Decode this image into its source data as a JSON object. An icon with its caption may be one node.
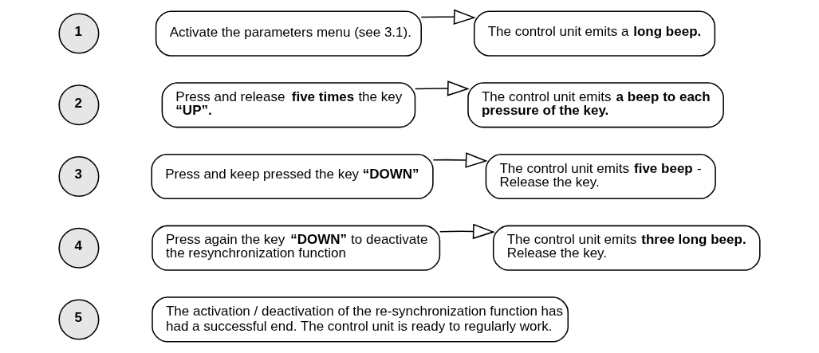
{
  "diagram": {
    "nodes": [
      {
        "text": [
          "1"
        ]
      },
      {
        "text": [
          "Activate the parameters menu (see 3.1)."
        ]
      },
      {
        "text": [
          "The control unit emits a **long beep.**"
        ]
      },
      {
        "text": [
          "2"
        ]
      },
      {
        "text": [
          "Press and release **five times** the key **“UP”.**"
        ]
      },
      {
        "text": [
          "The control unit emits **a beep to each pressure of the key.**"
        ]
      },
      {
        "text": [
          "3"
        ]
      },
      {
        "text": [
          "Press and keep pressed the key **“DOWN”**"
        ]
      },
      {
        "text": [
          "The control unit emits **five beep** - Release the key."
        ]
      },
      {
        "text": [
          "4"
        ]
      },
      {
        "text": [
          "Press again the key **“DOWN”** to deactivate the resynchronization function"
        ]
      },
      {
        "text": [
          "The control unit emits **three long beep.** Release the key."
        ]
      },
      {
        "text": [
          "5"
        ]
      },
      {
        "text": [
          "The activation / deactivation of the re-synchronization function has had a successful end. The control unit is ready to regularly work."
        ]
      }
    ],
    "edges": [
      {
        "from": 1,
        "to": 2,
        "arrow": "to"
      },
      {
        "from": 4,
        "to": 5,
        "arrow": "to"
      },
      {
        "from": 7,
        "to": 8,
        "arrow": "to"
      },
      {
        "from": 10,
        "to": 11,
        "arrow": "to"
      }
    ]
  }
}
